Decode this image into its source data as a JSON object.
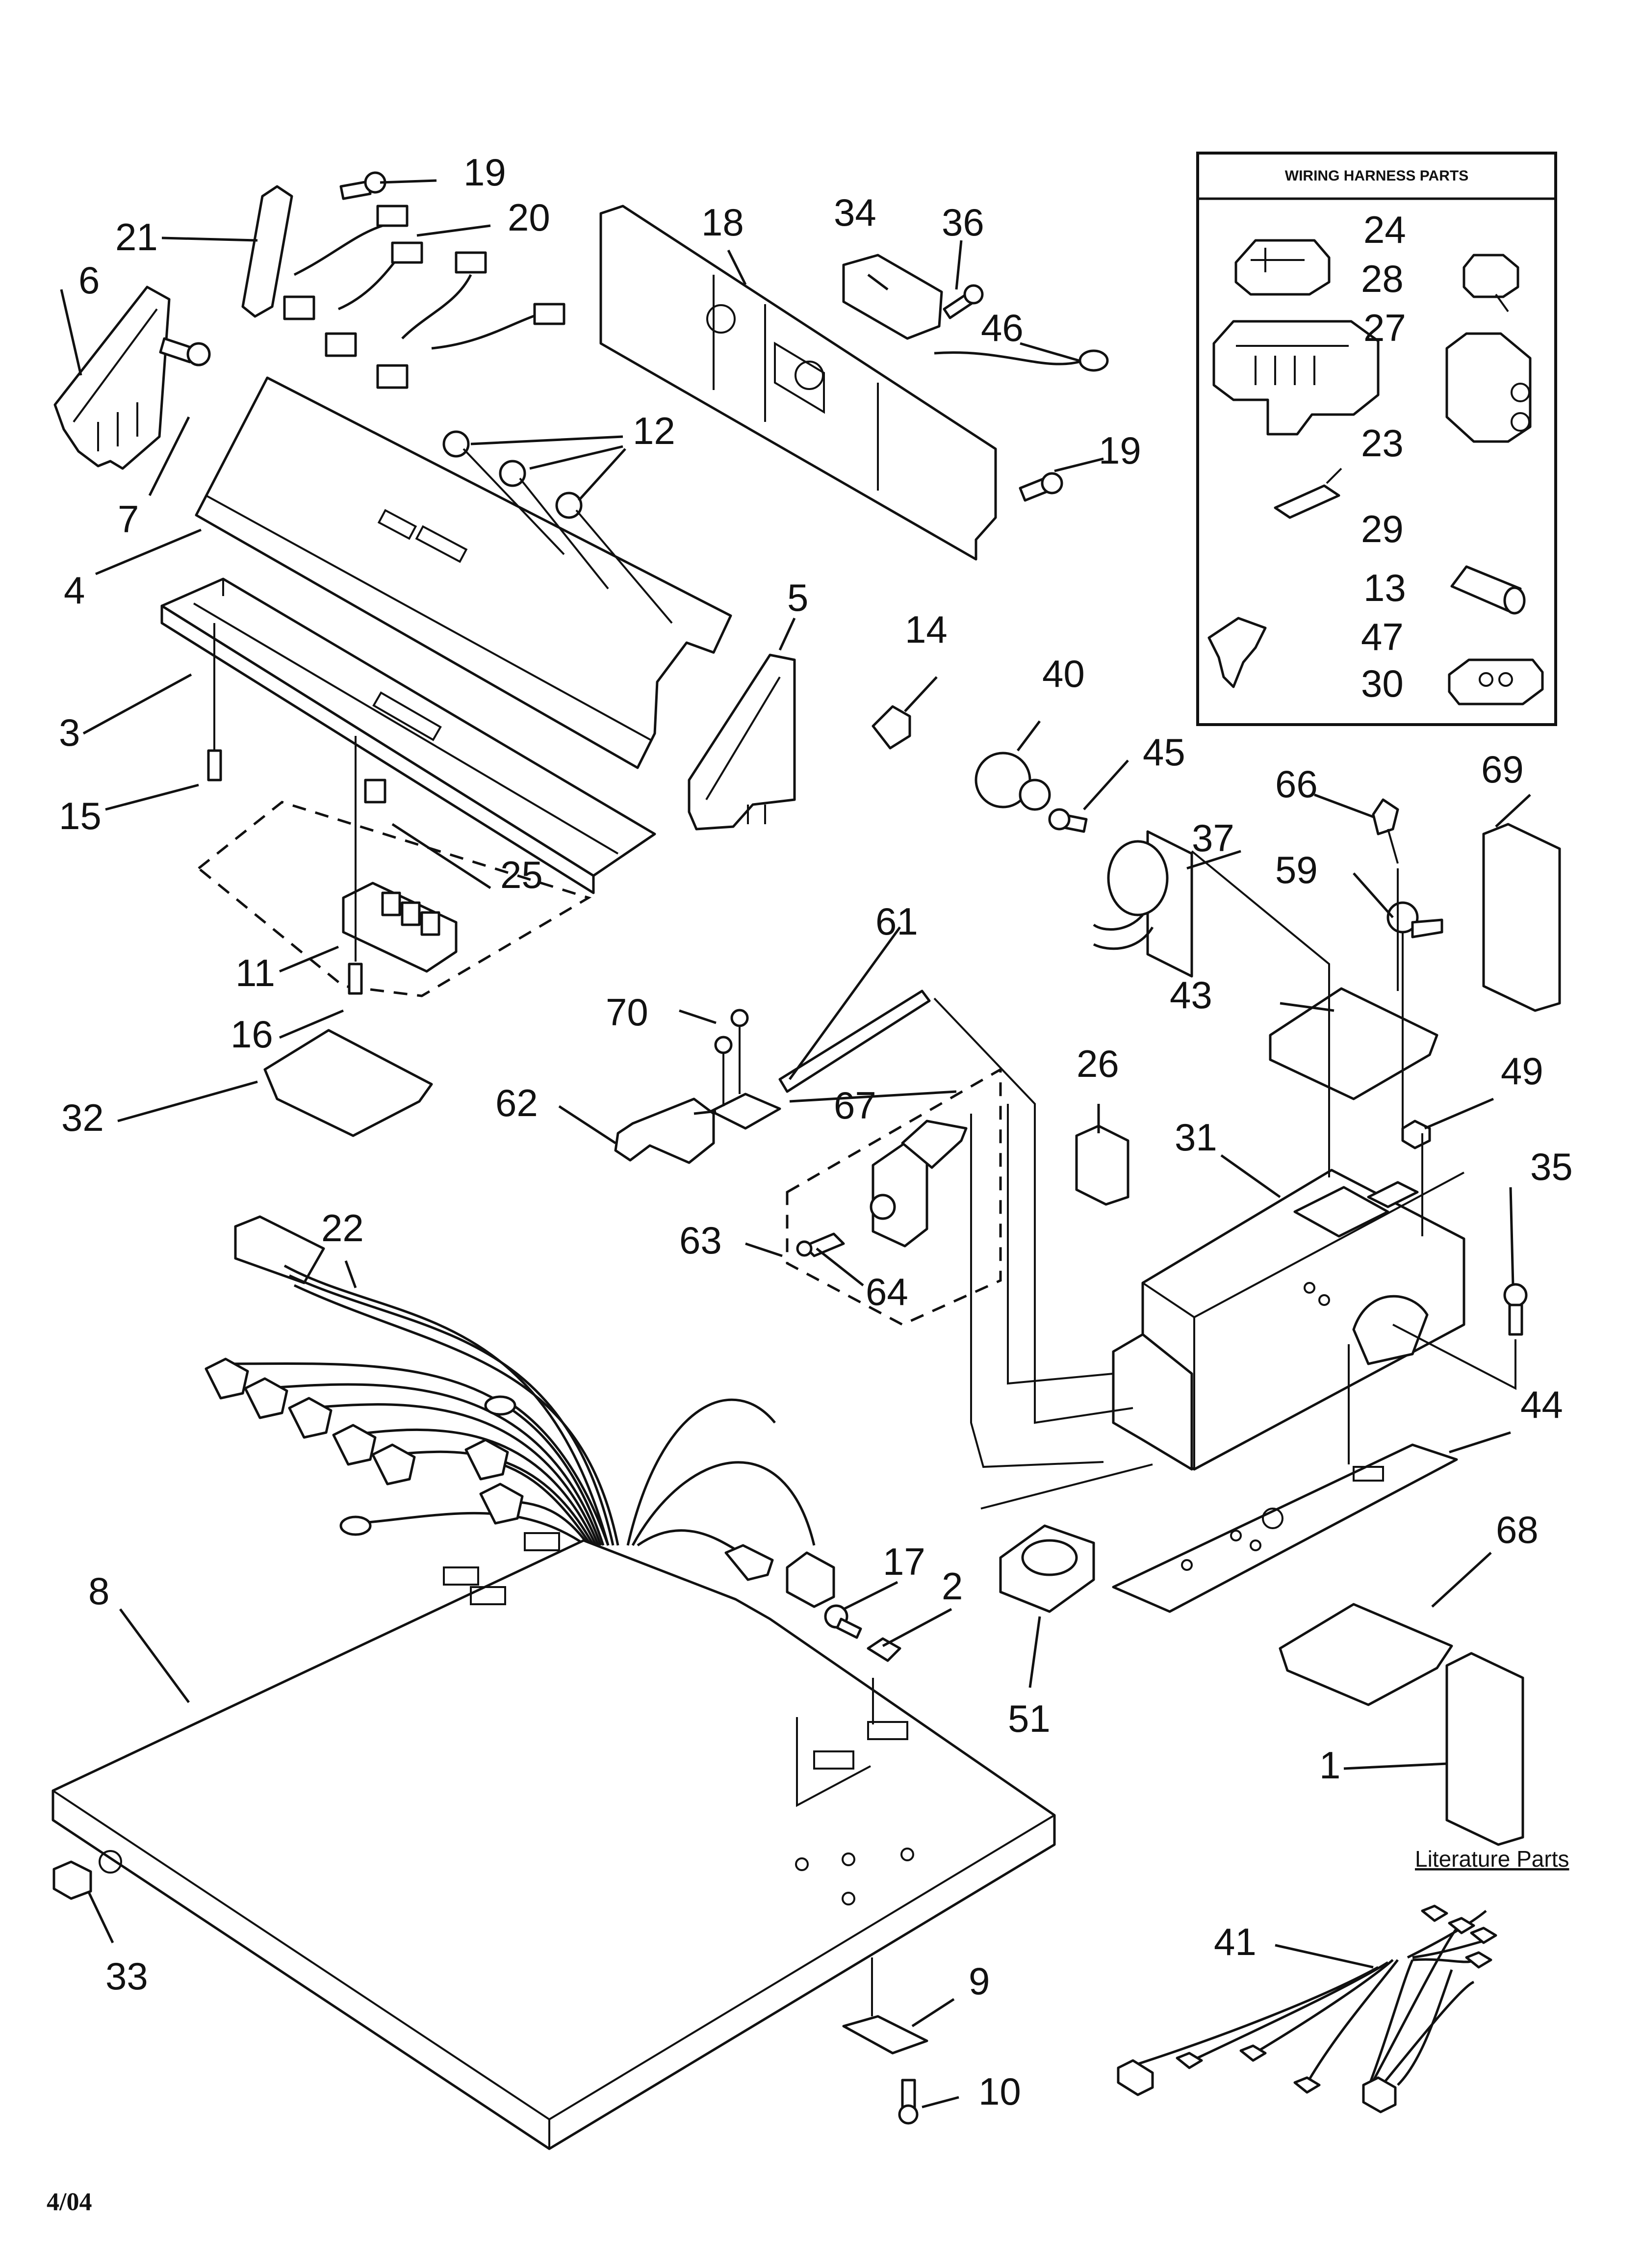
{
  "harness_box": {
    "title": "WIRING HARNESS PARTS"
  },
  "literature_label": "Literature Parts",
  "date_code": "4/04",
  "callouts": {
    "c1": "1",
    "c2": "2",
    "c3": "3",
    "c4": "4",
    "c5": "5",
    "c6": "6",
    "c7": "7",
    "c8": "8",
    "c9": "9",
    "c10": "10",
    "c11": "11",
    "c12": "12",
    "c13": "13",
    "c14": "14",
    "c15": "15",
    "c16": "16",
    "c17": "17",
    "c18": "18",
    "c19a": "19",
    "c19b": "19",
    "c20": "20",
    "c21": "21",
    "c22": "22",
    "c23": "23",
    "c24": "24",
    "c25": "25",
    "c26": "26",
    "c27": "27",
    "c28": "28",
    "c29": "29",
    "c30": "30",
    "c31": "31",
    "c32": "32",
    "c33": "33",
    "c34": "34",
    "c35": "35",
    "c36": "36",
    "c37": "37",
    "c40": "40",
    "c41": "41",
    "c43": "43",
    "c44": "44",
    "c45": "45",
    "c46": "46",
    "c47": "47",
    "c49": "49",
    "c51": "51",
    "c59": "59",
    "c61": "61",
    "c62": "62",
    "c63": "63",
    "c64": "64",
    "c66": "66",
    "c67": "67",
    "c68": "68",
    "c69": "69",
    "c70": "70"
  }
}
